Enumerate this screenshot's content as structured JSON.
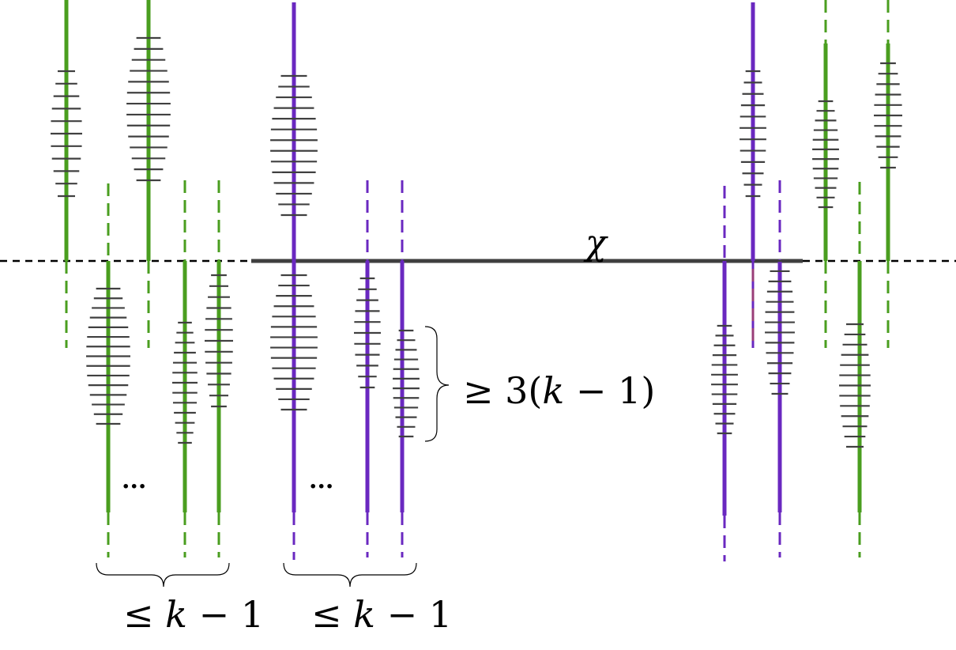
{
  "labels": {
    "chi": "χ",
    "ge": "≥ 3(",
    "ge_var": "k",
    "ge_tail": " − 1)",
    "le_left": "≤ ",
    "le_left_var": "k",
    "le_left_tail": " − 1",
    "le_right": "≤ ",
    "le_right_var": "k",
    "le_right_tail": " − 1",
    "dots_left": "···",
    "dots_right": "···"
  },
  "colors": {
    "green": "#4a9e1f",
    "purple": "#6a28c0",
    "magenta": "#9a3e78",
    "rung": "#404040",
    "axis": "#000000",
    "chi_line": "#3f3f3f"
  }
}
